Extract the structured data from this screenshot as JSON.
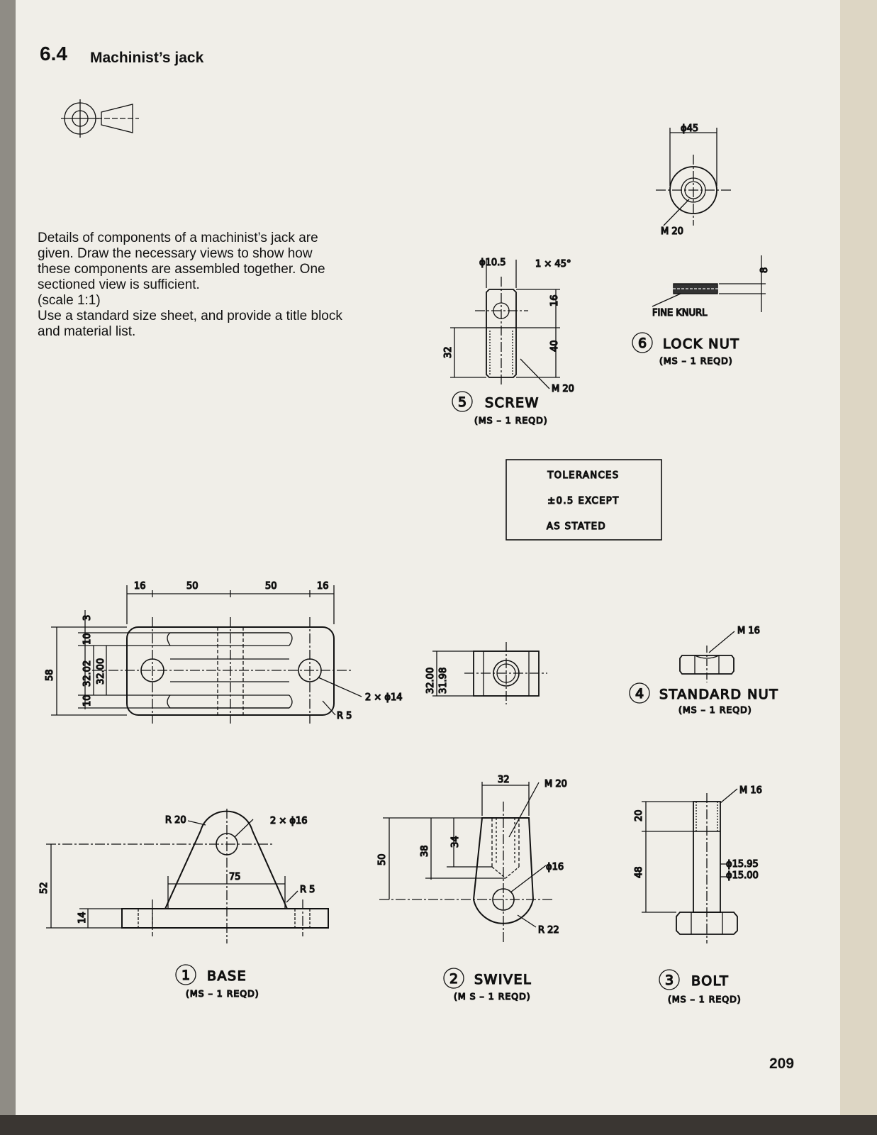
{
  "header": {
    "section_number": "6.4",
    "section_title": "Machinist’s jack"
  },
  "instructions": {
    "lines": [
      "Details of components of a machinist’s jack are",
      "given. Draw the necessary views to show how",
      "these components are assembled together. One",
      "sectioned view is sufficient.",
      "(scale 1:1)",
      "Use a standard size sheet, and provide a title block",
      "and material list."
    ]
  },
  "tolerances": {
    "lines": [
      "TOLERANCES",
      "±0.5  EXCEPT",
      "AS  STATED"
    ]
  },
  "parts": {
    "base": {
      "number": "1",
      "name": "BASE",
      "qty": "(MS – 1 REQD)",
      "dims": {
        "d16a": "16",
        "d50a": "50",
        "d50b": "50",
        "d16b": "16",
        "d3": "3",
        "d10a": "10",
        "d3202": "32.02",
        "d3200": "32.00",
        "d10b": "10",
        "d58": "58",
        "holes": "2 × ϕ14",
        "r5": "R 5",
        "r20": "R 20",
        "holes16": "2 × ϕ16",
        "d75": "75",
        "r5b": "R 5",
        "d52": "52",
        "d14": "14"
      }
    },
    "swivel": {
      "number": "2",
      "name": "SWIVEL",
      "qty": "(M S – 1 REQD)",
      "dims": {
        "w3200": "32.00",
        "w3198": "31.98",
        "d32": "32",
        "m20": "M 20",
        "d50": "50",
        "d38": "38",
        "d34": "34",
        "phi16": "ϕ16",
        "r22": "R 22"
      }
    },
    "bolt": {
      "number": "3",
      "name": "BOLT",
      "qty": "(MS – 1 REQD)",
      "dims": {
        "m16": "M 16",
        "d20": "20",
        "d48": "48",
        "phi1595": "ϕ15.95",
        "phi1500": "ϕ15.00"
      }
    },
    "std_nut": {
      "number": "4",
      "name": "STANDARD  NUT",
      "qty": "(MS – 1 REQD)",
      "dims": {
        "m16": "M 16"
      }
    },
    "screw": {
      "number": "5",
      "name": "SCREW",
      "qty": "(MS – 1 REQD)",
      "dims": {
        "phi105": "ϕ10.5",
        "chamfer": "1 × 45°",
        "d16": "16",
        "d40": "40",
        "d32": "32",
        "m20": "M 20"
      }
    },
    "lock_nut": {
      "number": "6",
      "name": "LOCK  NUT",
      "qty": "(MS – 1 REQD)",
      "dims": {
        "phi45": "ϕ45",
        "m20": "M 20",
        "d8": "8",
        "knurl": "FINE  KNURL"
      }
    }
  },
  "page_number": "209"
}
